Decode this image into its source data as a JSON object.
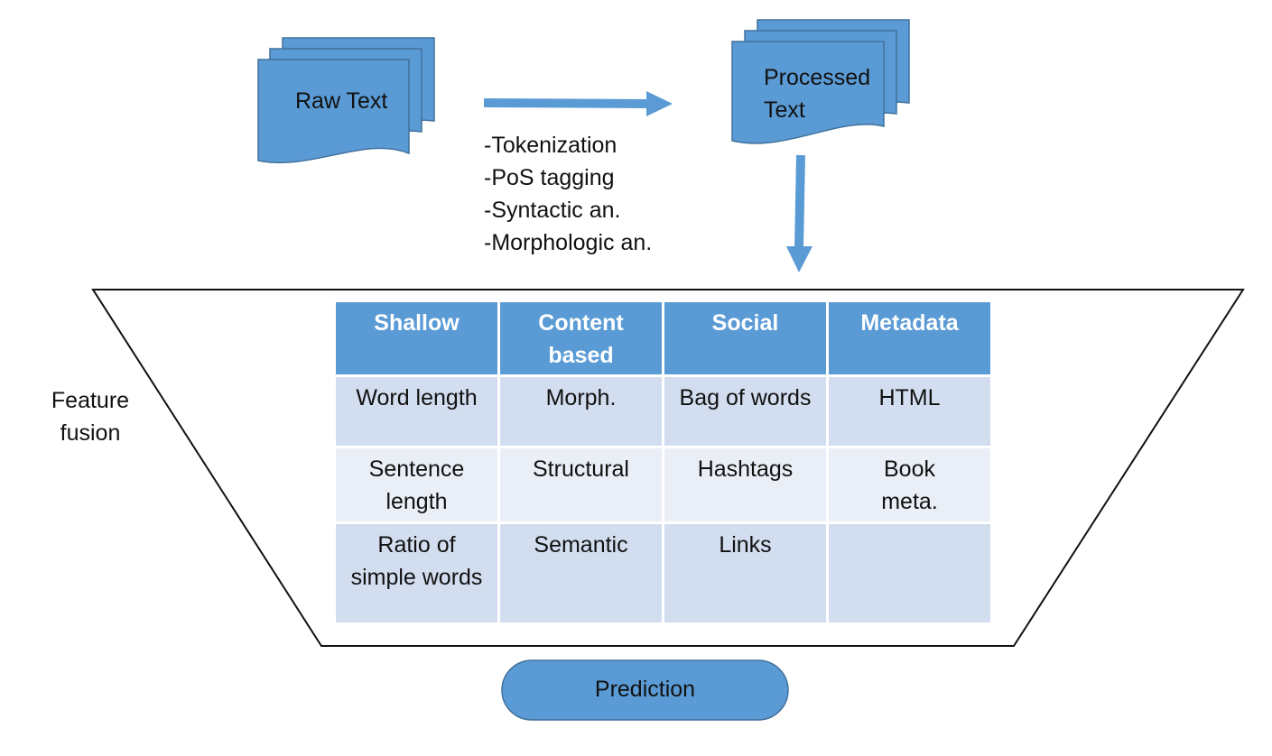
{
  "colors": {
    "accent": "#5b9bd5",
    "accent_stroke": "#41719c",
    "table_header": "#5b9bd5",
    "table_row_dark": "#d2deef",
    "table_row_light": "#eaeff7"
  },
  "raw_doc": {
    "label": "Raw Text"
  },
  "processed_doc": {
    "line1": "Processed",
    "line2": "Text"
  },
  "processing_steps": [
    "-Tokenization",
    "-PoS tagging",
    "-Syntactic an.",
    "-Morphologic an."
  ],
  "fusion": {
    "line1": "Feature",
    "line2": "fusion"
  },
  "table": {
    "headers": [
      [
        "Shallow"
      ],
      [
        "Content",
        "based"
      ],
      [
        "Social"
      ],
      [
        "Metadata"
      ]
    ],
    "rows": [
      [
        [
          "Word length"
        ],
        [
          "Morph."
        ],
        [
          "Bag of words"
        ],
        [
          "HTML"
        ]
      ],
      [
        [
          "Sentence",
          "length"
        ],
        [
          "Structural"
        ],
        [
          "Hashtags"
        ],
        [
          "Book",
          "meta."
        ]
      ],
      [
        [
          "Ratio of",
          "simple words"
        ],
        [
          "Semantic"
        ],
        [
          "Links"
        ],
        []
      ]
    ]
  },
  "prediction": {
    "label": "Prediction"
  }
}
